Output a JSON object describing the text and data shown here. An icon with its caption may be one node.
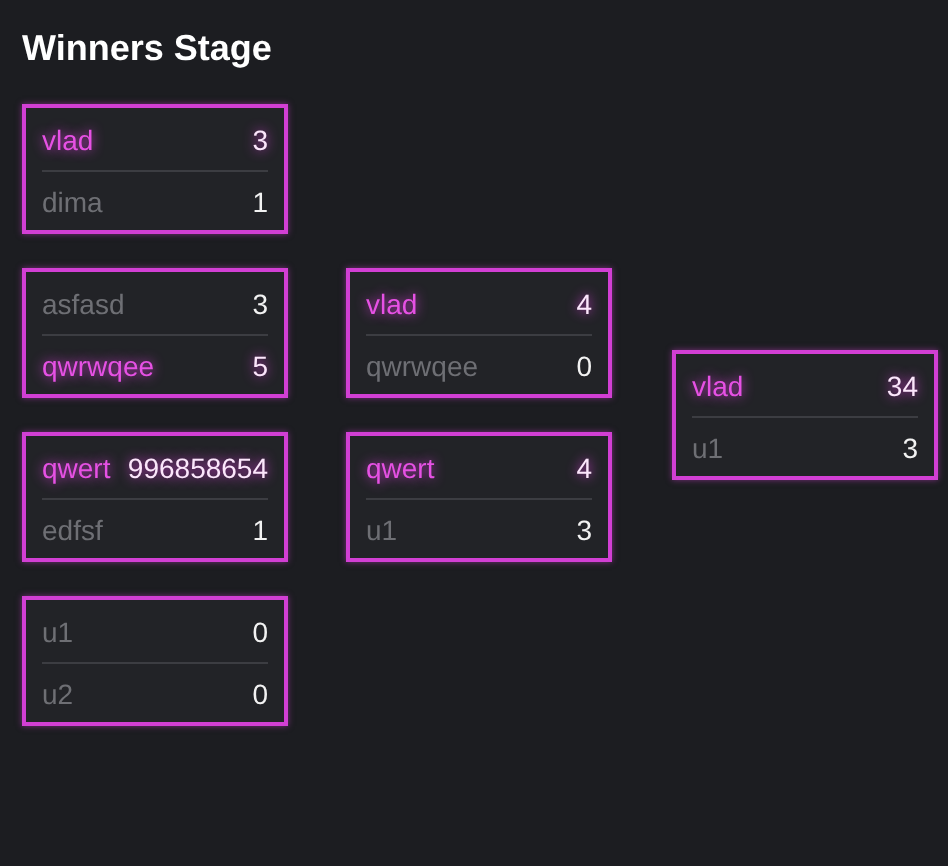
{
  "diagram": {
    "title": "Winners Stage",
    "nodes": [
      {
        "text": [
          "vlad",
          "3",
          "dima",
          "1"
        ]
      },
      {
        "text": [
          "asfasd",
          "3",
          "qwrwqee",
          "5"
        ]
      },
      {
        "text": [
          "qwert",
          "996858654",
          "edfsf",
          "1"
        ]
      },
      {
        "text": [
          "u1",
          "0",
          "u2",
          "0"
        ]
      },
      {
        "text": [
          "vlad",
          "4",
          "qwrwqee",
          "0"
        ]
      },
      {
        "text": [
          "qwert",
          "4",
          "u1",
          "3"
        ]
      },
      {
        "text": [
          "vlad",
          "34",
          "u1",
          "3"
        ]
      }
    ]
  }
}
